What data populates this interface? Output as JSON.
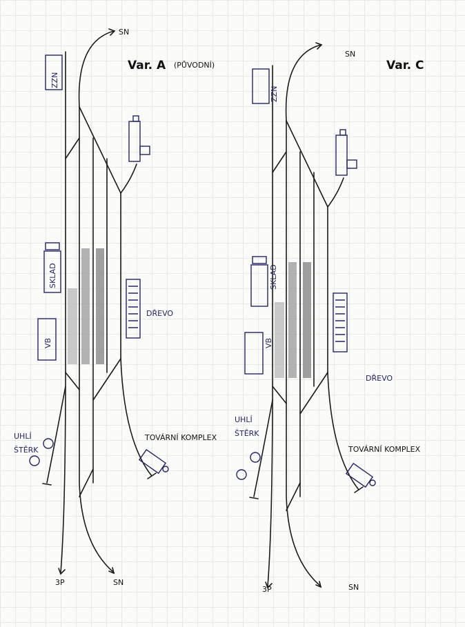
{
  "variants": [
    {
      "title": "Var. A",
      "subtitle": "(PŮVODNÍ)",
      "labels": {
        "north_top": "SN",
        "zzn": "ZZN",
        "sklad": "SKLAD",
        "vb": "VB",
        "drevo": "DŘEVO",
        "uhli": "UHLÍ",
        "sterk": "ŠTĚRK",
        "tovarni": "TOVÁRNÍ KOMPLEX",
        "bottom_left": "3P",
        "bottom_right": "SN"
      }
    },
    {
      "title": "Var. C",
      "labels": {
        "north_top": "SN",
        "zzn": "ZZN",
        "sklad": "SKLAD",
        "vb": "VB",
        "drevo": "DŘEVO",
        "uhli": "UHLÍ",
        "sterk": "ŠTĚRK",
        "tovarni": "TOVÁRNÍ KOMPLEX",
        "bottom_left": "3P",
        "bottom_right": "SN"
      }
    }
  ]
}
